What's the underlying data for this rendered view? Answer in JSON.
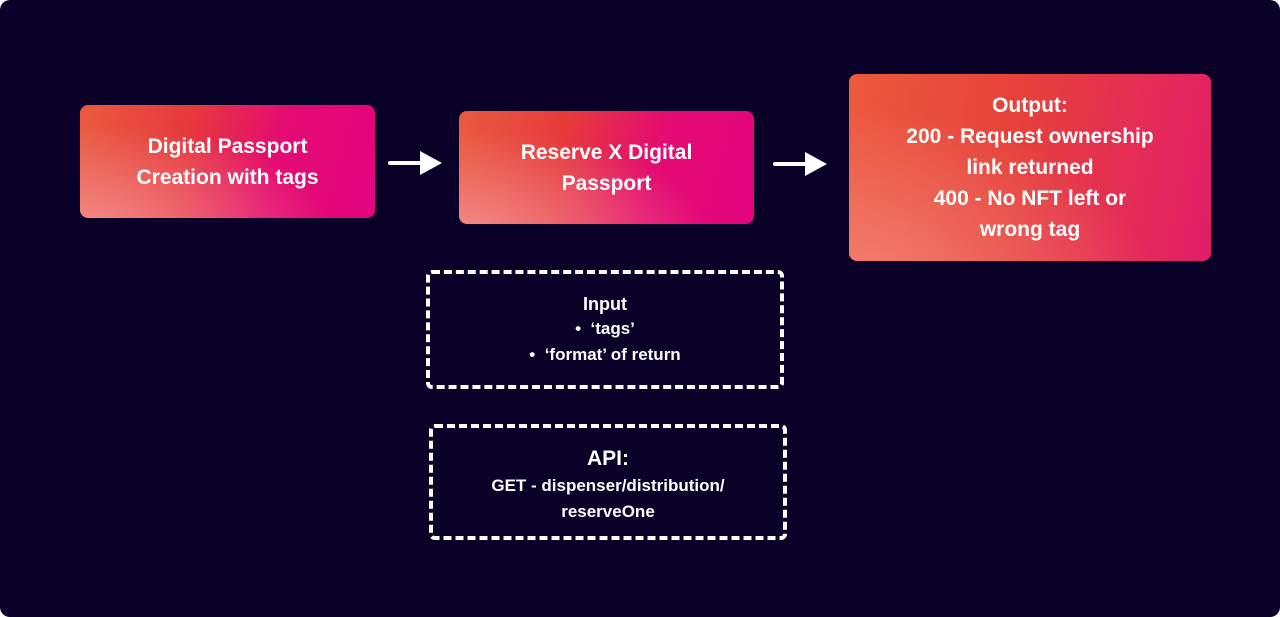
{
  "diagram": {
    "steps": [
      {
        "id": "step1",
        "lines": [
          "Digital Passport",
          "Creation with tags"
        ]
      },
      {
        "id": "step2",
        "lines": [
          "Reserve X Digital",
          "Passport"
        ]
      },
      {
        "id": "step3",
        "lines": [
          "Output:",
          "200 - Request ownership",
          "link returned",
          "400 - No NFT left or",
          "wrong tag"
        ]
      }
    ],
    "connectors": [
      {
        "from": "step1",
        "to": "step2",
        "icon": "arrow-right-icon"
      },
      {
        "from": "step2",
        "to": "step3",
        "icon": "arrow-right-icon"
      }
    ],
    "input_box": {
      "title": "Input",
      "bullets": [
        "‘tags’",
        "‘format’ of return"
      ],
      "bullet_glyph": "•"
    },
    "api_box": {
      "title": "API:",
      "lines": [
        "GET - dispenser/distribution/",
        "reserveOne"
      ]
    },
    "colors": {
      "background": "#0a0128",
      "card_start": "#ea5b3f",
      "card_end": "#e3047f",
      "text": "#ffffff"
    }
  }
}
